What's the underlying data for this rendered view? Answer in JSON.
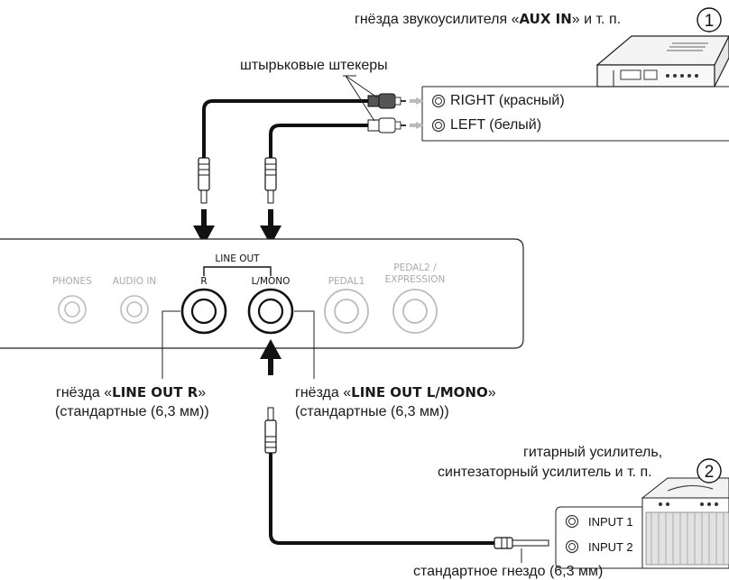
{
  "callout1": {
    "prefix": "гнёзда звукоусилителя «",
    "bold": "AUX IN",
    "suffix": "» и т. п.",
    "number": "1"
  },
  "plugs_label": "штырьковые штекеры",
  "rca_right": "RIGHT (красный)",
  "rca_left": "LEFT (белый)",
  "panel": {
    "phones": "PHONES",
    "audio_in": "AUDIO IN",
    "line_out": "LINE OUT",
    "r": "R",
    "lmono": "L/MONO",
    "pedal1": "PEDAL1",
    "pedal2_line1": "PEDAL2 /",
    "pedal2_line2": "EXPRESSION"
  },
  "lineout_r": {
    "prefix": "гнёзда «",
    "bold": "LINE OUT R",
    "suffix": "»",
    "line2": "(стандартные (6,3 мм))"
  },
  "lineout_l": {
    "prefix": "гнёзда «",
    "bold": "LINE OUT L/MONO",
    "suffix": "»",
    "line2": "(стандартные (6,3 мм))"
  },
  "callout2": {
    "line1": "гитарный усилитель,",
    "line2": "синтезаторный усилитель и т. п.",
    "number": "2"
  },
  "amp": {
    "input1": "INPUT 1",
    "input2": "INPUT 2"
  },
  "standard_jack": "стандартное гнездо (6,3 мм)"
}
